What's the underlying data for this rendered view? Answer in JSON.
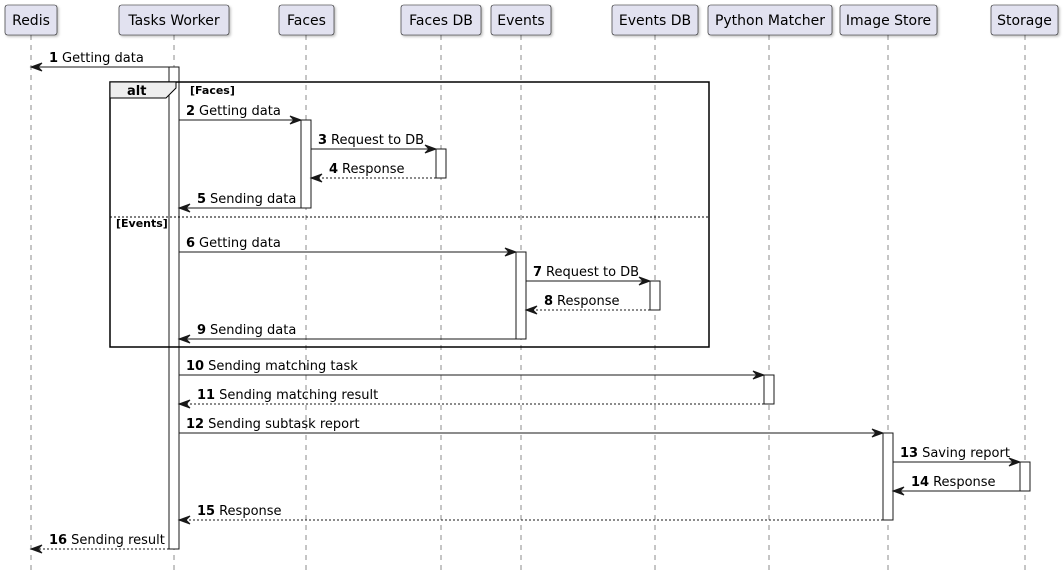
{
  "participants": [
    {
      "id": "redis",
      "label": "Redis"
    },
    {
      "id": "worker",
      "label": "Tasks Worker"
    },
    {
      "id": "faces",
      "label": "Faces"
    },
    {
      "id": "facesdb",
      "label": "Faces DB"
    },
    {
      "id": "events",
      "label": "Events"
    },
    {
      "id": "eventsdb",
      "label": "Events DB"
    },
    {
      "id": "matcher",
      "label": "Python Matcher"
    },
    {
      "id": "imagestore",
      "label": "Image Store"
    },
    {
      "id": "storage",
      "label": "Storage"
    }
  ],
  "messages": [
    {
      "num": "1",
      "label": "Getting data",
      "from": "worker",
      "to": "redis",
      "style": "solid"
    },
    {
      "num": "2",
      "label": "Getting data",
      "from": "worker",
      "to": "faces",
      "style": "solid"
    },
    {
      "num": "3",
      "label": "Request to DB",
      "from": "faces",
      "to": "facesdb",
      "style": "solid"
    },
    {
      "num": "4",
      "label": "Response",
      "from": "facesdb",
      "to": "faces",
      "style": "dashed"
    },
    {
      "num": "5",
      "label": "Sending data",
      "from": "faces",
      "to": "worker",
      "style": "solid"
    },
    {
      "num": "6",
      "label": "Getting data",
      "from": "worker",
      "to": "events",
      "style": "solid"
    },
    {
      "num": "7",
      "label": "Request to DB",
      "from": "events",
      "to": "eventsdb",
      "style": "solid"
    },
    {
      "num": "8",
      "label": "Response",
      "from": "eventsdb",
      "to": "events",
      "style": "dashed"
    },
    {
      "num": "9",
      "label": "Sending data",
      "from": "events",
      "to": "worker",
      "style": "solid"
    },
    {
      "num": "10",
      "label": "Sending matching task",
      "from": "worker",
      "to": "matcher",
      "style": "solid"
    },
    {
      "num": "11",
      "label": "Sending matching result",
      "from": "matcher",
      "to": "worker",
      "style": "dashed"
    },
    {
      "num": "12",
      "label": "Sending subtask report",
      "from": "worker",
      "to": "imagestore",
      "style": "solid"
    },
    {
      "num": "13",
      "label": "Saving report",
      "from": "imagestore",
      "to": "storage",
      "style": "solid"
    },
    {
      "num": "14",
      "label": "Response",
      "from": "storage",
      "to": "imagestore",
      "style": "solid"
    },
    {
      "num": "15",
      "label": "Response",
      "from": "imagestore",
      "to": "worker",
      "style": "dashed"
    },
    {
      "num": "16",
      "label": "Sending result",
      "from": "worker",
      "to": "redis",
      "style": "dashed"
    }
  ],
  "fragment": {
    "keyword": "alt",
    "guards": [
      "[Faces]",
      "[Events]"
    ]
  }
}
